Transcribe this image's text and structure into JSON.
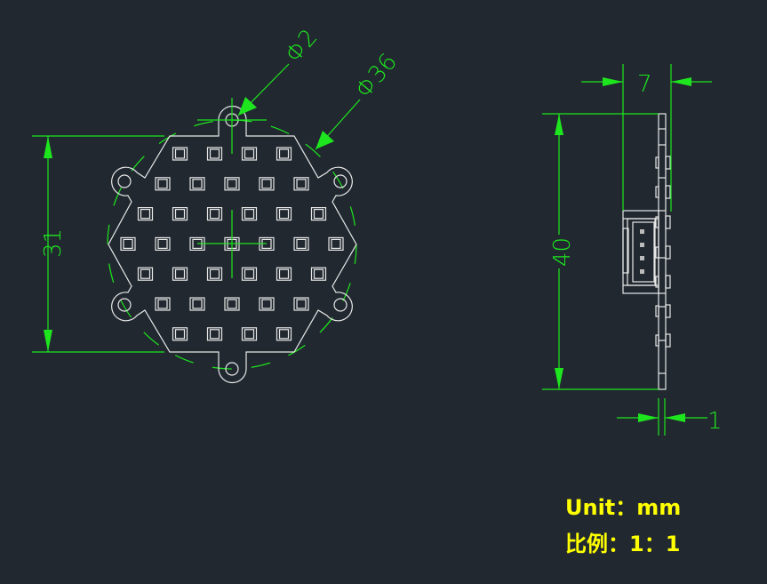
{
  "drawing": {
    "front_view": {
      "dimensions": {
        "hole_diameter": "Φ2",
        "circle_diameter": "Φ36",
        "height": "31"
      },
      "led_rows": [
        4,
        5,
        6,
        7,
        6,
        5,
        4
      ]
    },
    "side_view": {
      "dimensions": {
        "height": "40",
        "depth": "7",
        "thickness": "1"
      },
      "connector_pins": 4
    },
    "notes": {
      "unit": "Unit：mm",
      "scale": "比例：1：1"
    },
    "colors": {
      "background": "#212830",
      "geometry": "#e8e8e8",
      "dimension": "#1ee61e",
      "note": "#ffff00"
    }
  }
}
